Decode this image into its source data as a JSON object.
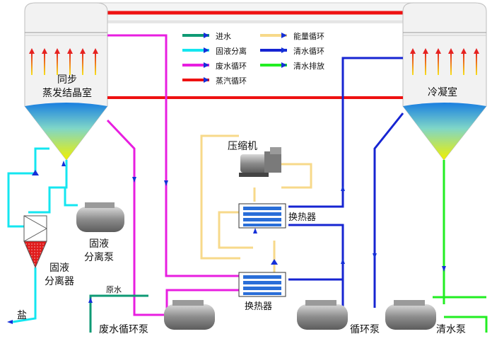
{
  "labels": {
    "evaporator": [
      "同步",
      "蒸发结晶室"
    ],
    "condenser": "冷凝室",
    "compressor": "压缩机",
    "heat_exchanger_upper": "换热器",
    "heat_exchanger_lower": "换热器",
    "separator_pump": [
      "固液",
      "分离泵"
    ],
    "separator": [
      "固液",
      "分离器"
    ],
    "salt": "盐",
    "raw_water": "原水",
    "wastewater_pump": "废水循环泵",
    "circulation_pump": "循环泵",
    "clear_water_pump": "清水泵"
  },
  "legend": [
    {
      "label": "进水",
      "color": "#0e9a74"
    },
    {
      "label": "固液分离",
      "color": "#14e6f0"
    },
    {
      "label": "废水循环",
      "color": "#e81ee0"
    },
    {
      "label": "蒸汽循环",
      "color": "#ee1111"
    },
    {
      "label": "能量循环",
      "color": "#f7d98a"
    },
    {
      "label": "清水循环",
      "color": "#1624d2"
    },
    {
      "label": "清水排放",
      "color": "#22ee22"
    }
  ],
  "colors": {
    "inlet": "#0e9a74",
    "solid_liquid": "#14e6f0",
    "wastewater": "#e81ee0",
    "steam": "#ee1111",
    "energy": "#f7d98a",
    "clear_water": "#1624d2",
    "discharge": "#22ee22",
    "arrow": "#1530d8",
    "vessel": "#f2f2f2",
    "machine": "#8a8a8a"
  }
}
